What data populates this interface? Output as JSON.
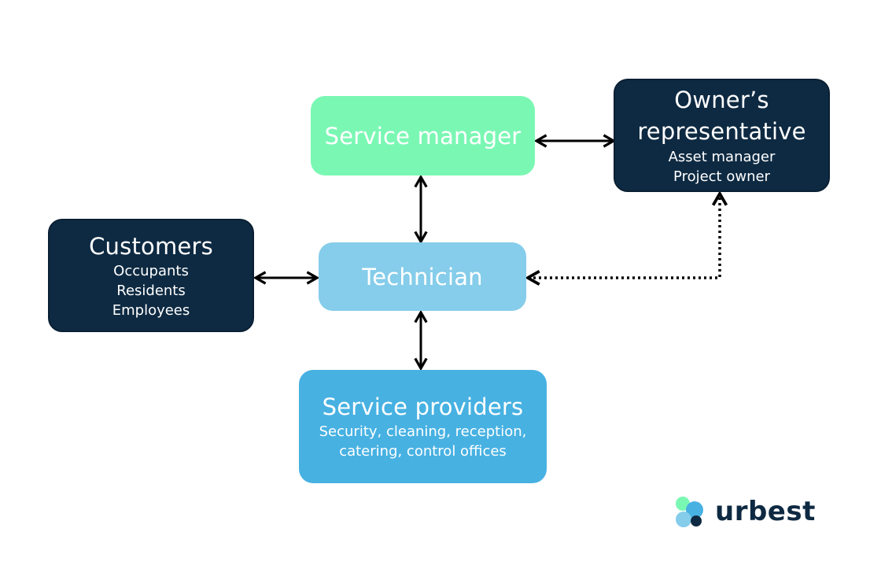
{
  "diagram": {
    "service_manager": {
      "title": "Service manager"
    },
    "owner": {
      "title_line1": "Owner’s",
      "title_line2": "representative",
      "items": [
        "Asset manager",
        "Project owner"
      ]
    },
    "customers": {
      "title": "Customers",
      "items": [
        "Occupants",
        "Residents",
        "Employees"
      ]
    },
    "technician": {
      "title": "Technician"
    },
    "providers": {
      "title": "Service providers",
      "items": [
        "Security, cleaning, reception,",
        "catering, control offices"
      ]
    }
  },
  "colors": {
    "dark_navy": "#0e2a42",
    "mint": "#7bf7b4",
    "light_blue": "#85cdea",
    "blue": "#47b1e2",
    "arrow": "#000000"
  },
  "logo": {
    "text": "urbest"
  }
}
